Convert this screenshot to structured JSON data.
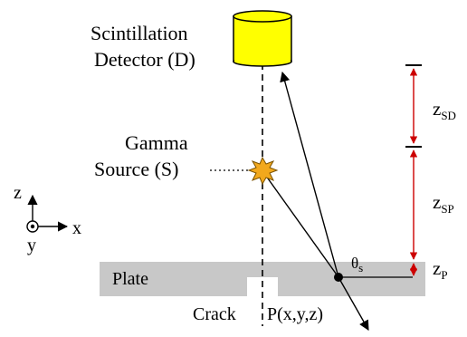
{
  "detector": {
    "line1": "Scintillation",
    "line2": "Detector (D)"
  },
  "source": {
    "line1": "Gamma",
    "line2": "Source (S)"
  },
  "axes": {
    "z": "z",
    "x": "x",
    "y": "y"
  },
  "plate": {
    "label": "Plate"
  },
  "crack": {
    "label": "Crack"
  },
  "point": {
    "label": "P(x,y,z)"
  },
  "angle": {
    "symbol": "θ",
    "subscript": "s"
  },
  "dimensions": {
    "sd": {
      "main": "z",
      "sub": "SD"
    },
    "sp": {
      "main": "z",
      "sub": "SP"
    },
    "p": {
      "main": "z",
      "sub": "P"
    }
  },
  "colors": {
    "detector_fill": "#ffff00",
    "source_fill": "#f2a81c",
    "plate_fill": "#c8c8c8",
    "dimension_arrow": "#cc0000",
    "ink": "#000000"
  }
}
